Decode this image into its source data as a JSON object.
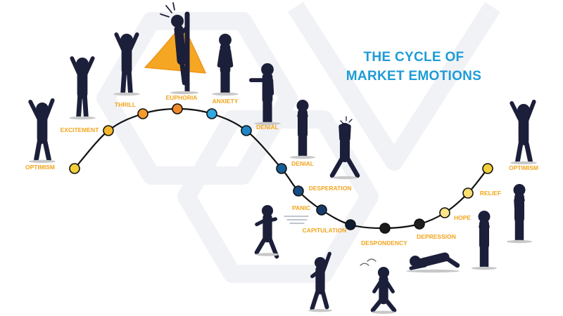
{
  "title": {
    "line1": "THE CYCLE OF",
    "line2": "MARKET EMOTIONS"
  },
  "stages": [
    {
      "id": "optimism-start",
      "label": "OPTIMISM",
      "color": "#f2cf3a"
    },
    {
      "id": "excitement",
      "label": "EXCITEMENT",
      "color": "#f5b82a"
    },
    {
      "id": "thrill",
      "label": "THRILL",
      "color": "#f59a2c"
    },
    {
      "id": "euphoria",
      "label": "EUPHORIA",
      "color": "#f08a2a"
    },
    {
      "id": "anxiety",
      "label": "ANXIETY",
      "color": "#2ea8e0"
    },
    {
      "id": "denial-1",
      "label": "DENIAL",
      "color": "#1e86c8"
    },
    {
      "id": "denial-2",
      "label": "DENIAL",
      "color": "#155e96"
    },
    {
      "id": "desperation",
      "label": "DESPERATION",
      "color": "#174a80"
    },
    {
      "id": "panic",
      "label": "PANIC",
      "color": "#163d6a"
    },
    {
      "id": "capitulation",
      "label": "CAPITULATION",
      "color": "#0f1d33"
    },
    {
      "id": "despondency",
      "label": "DESPONDENCY",
      "color": "#1b1b1b"
    },
    {
      "id": "depression",
      "label": "DEPRESSION",
      "color": "#1f1f1f"
    },
    {
      "id": "hope",
      "label": "HOPE",
      "color": "#f8e48a"
    },
    {
      "id": "relief",
      "label": "RELIEF",
      "color": "#f8df6e"
    },
    {
      "id": "optimism-end",
      "label": "OPTIMISM",
      "color": "#f2cf3a"
    }
  ],
  "colors": {
    "title": "#1e9bd7",
    "label": "#f2a51c",
    "figure": "#1c1f3a",
    "curve": "#111111",
    "background": "#ffffff",
    "watermark": "#f1f2f6"
  }
}
